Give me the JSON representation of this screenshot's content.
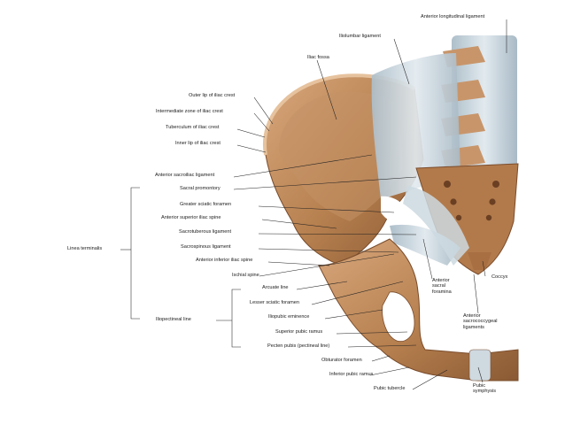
{
  "labels": {
    "anterior_longitudinal_ligament": "Anterior longitudinal ligament",
    "iliolumbar_ligament": "Iliolumbar ligament",
    "iliac_fossa": "Iliac fossa",
    "outer_lip": "Outer lip of iliac crest",
    "intermediate_zone": "Intermediate zone of iliac crest",
    "tuberculum": "Tuberculum of iliac crest",
    "inner_lip": "Inner lip of iliac crest",
    "anterior_sacroiliac_ligament": "Anterior sacroiliac ligament",
    "sacral_promontory": "Sacral promontory",
    "greater_sciatic_foramen": "Greater sciatic foramen",
    "anterior_superior_iliac_spine": "Anterior superior iliac spine",
    "sacrotuberous_ligament": "Sacrotuberous ligament",
    "sacrospinous_ligament": "Sacrospinous ligament",
    "anterior_inferior_iliac_spine": "Anterior inferior iliac spine",
    "ischial_spine": "Ischial spine",
    "arcuate_line": "Arcuate line",
    "lesser_sciatic_foramen": "Lesser sciatic foramen",
    "iliopubic_eminence": "Iliopubic eminence",
    "superior_pubic_ramus": "Superior pubic ramus",
    "pecten_pubis": "Pecten pubis (pectineal line)",
    "obturator_foramen": "Obturator foramen",
    "inferior_pubic_ramus": "Inferior pubic ramus",
    "pubic_tubercle": "Pubic tubercle",
    "linea_terminalis": "Linea terminalis",
    "iliopectineal_line": "Iliopectineal line",
    "anterior_sacral_foramina": "Anterior\nsacral\nforamina",
    "coccyx": "Coccyx",
    "anterior_sacrococcygeal_ligaments": "Anterior\nsacrococcygeal\nligaments",
    "pubic_symphysis": "Pubic\nsymphysis"
  },
  "colors": {
    "bone": "#b9835a",
    "bone_dark": "#8a5a36",
    "bone_light": "#d9ae86",
    "ligament": "#c9d6de",
    "leader": "#222222"
  }
}
